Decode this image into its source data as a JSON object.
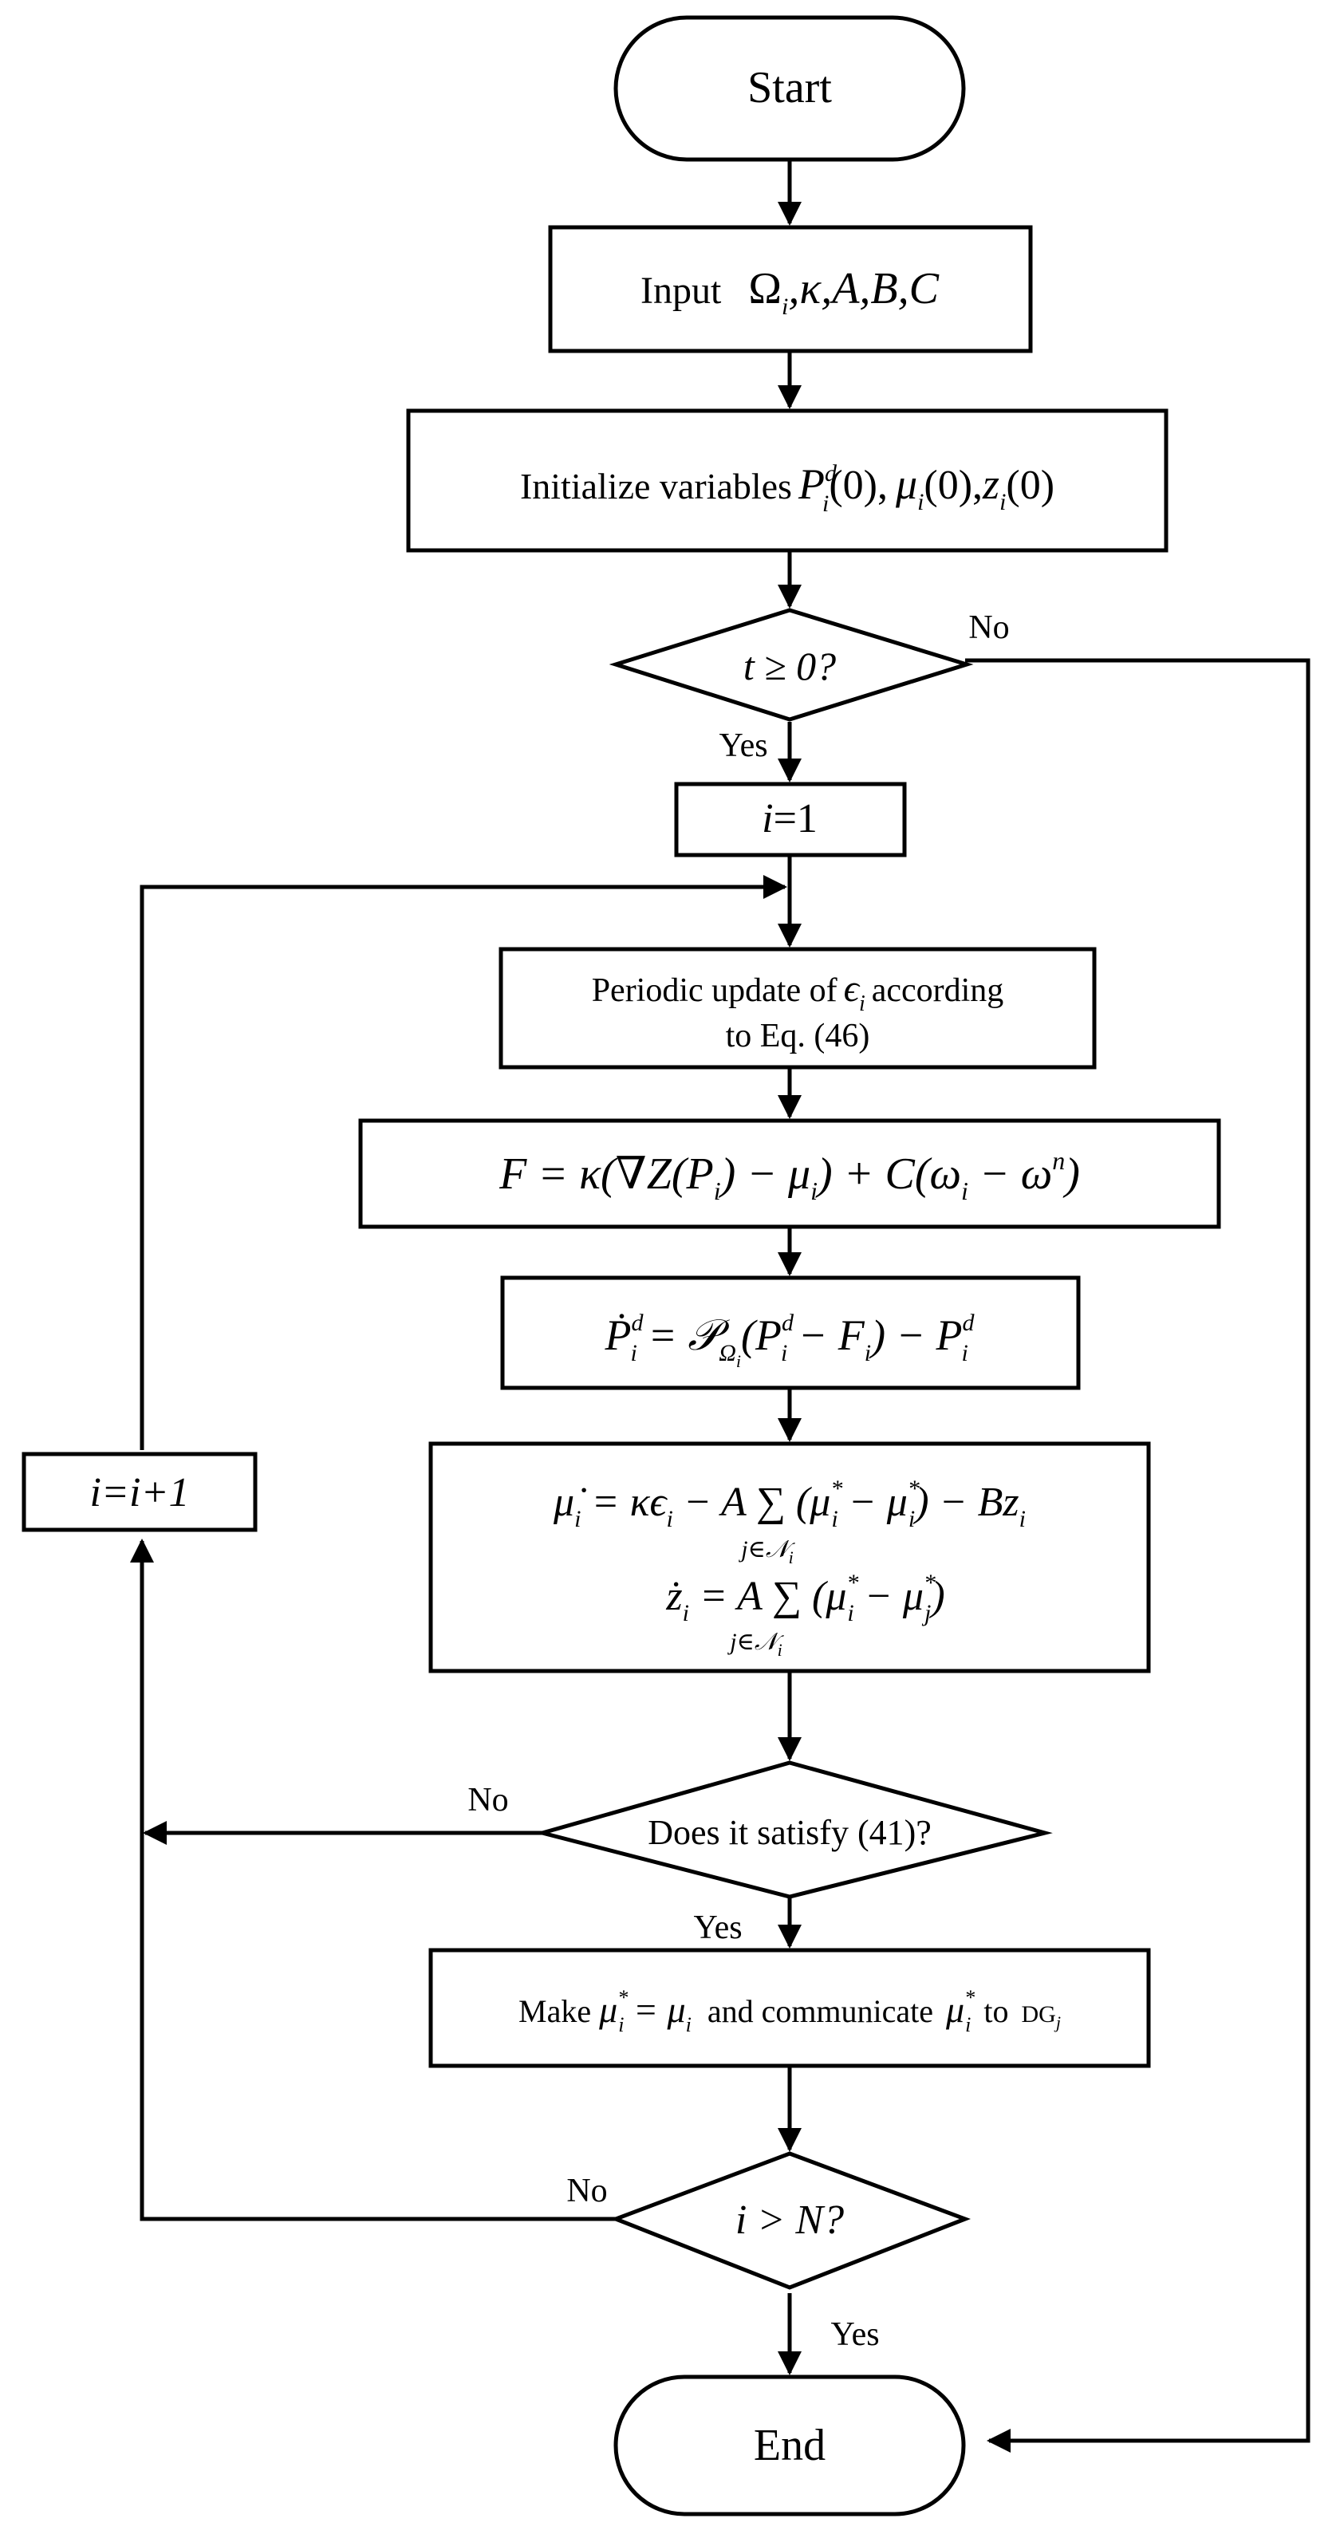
{
  "diagram": {
    "start": "Start",
    "end": "End",
    "input": {
      "label": "Input",
      "params": "Ω",
      "sub": "i",
      "rest": ",κ,A,B,C"
    },
    "init": {
      "label": "Initialize variables",
      "p": "P",
      "p_sup": "d",
      "p_sub": "i",
      "arg0": "(0)",
      "comma": ",",
      "mu": "μ",
      "mu_sub": "i",
      "z": "z",
      "z_sub": "i"
    },
    "decision_t": {
      "expr": "t ≥ 0?"
    },
    "i_init": {
      "var": "i",
      "rest": "=1"
    },
    "periodic": {
      "line1_a": "Periodic update of",
      "eps": "ϵ",
      "eps_sub": "i",
      "line1_b": "according",
      "line2": "to Eq. (46)"
    },
    "eq_F": {
      "text": "F = κ(∇Z(P",
      "sub1": "i",
      "mid": ") − μ",
      "sub2": "i",
      "rest": ") + C(ω",
      "sub3": "i",
      "rest2": " − ω",
      "sup": "n",
      "end": ")"
    },
    "eq_P": {
      "lhs": "Ṗ",
      "lhs_sub": "i",
      "lhs_sup": "d",
      "eqsign": " = 𝒫",
      "proj_sub": "Ω",
      "proj_subsub": "i",
      "paren": "(P",
      "p_sub": "i",
      "p_sup": "d",
      "minus_f": " − F",
      "f_sub": "i",
      "close": ") − P",
      "tail_sub": "i",
      "tail_sup": "d"
    },
    "eq_mu": {
      "lhs": "μ̇",
      "lhs_sub": "i",
      "a": " = κϵ",
      "a_sub": "i",
      "b": " − A ∑ (μ",
      "b_sub": "i",
      "b_sup": "*",
      "c": " − μ",
      "c_sub": "i",
      "c_sup": "*",
      "d": ") − Bz",
      "d_sub": "i",
      "sum_sub": "j∈𝒩",
      "sum_subsub": "i"
    },
    "eq_z": {
      "lhs": "ż",
      "lhs_sub": "i",
      "a": " = A ∑ (μ",
      "a_sub": "i",
      "a_sup": "*",
      "b": " − μ",
      "b_sub": "j",
      "b_sup": "*",
      "c": ")",
      "sum_sub": "j∈𝒩",
      "sum_subsub": "i"
    },
    "decision_41": {
      "text": "Does it satisfy (41)?"
    },
    "communicate": {
      "make": "Make",
      "mu": "μ",
      "mu_sub": "i",
      "mu_sup": "*",
      "eq": " = μ",
      "eq_sub": "i",
      "and_comm": "and communicate",
      "mu2": "μ",
      "mu2_sub": "i",
      "mu2_sup": "*",
      "to": "to",
      "dg": "DG",
      "dg_sub": "j"
    },
    "decision_N": {
      "expr": "i > N?"
    },
    "increment": {
      "text": "i=i+1"
    },
    "labels": {
      "no_t": "No",
      "yes_t": "Yes",
      "no_41": "No",
      "yes_41": "Yes",
      "no_N": "No",
      "yes_N": "Yes"
    }
  }
}
